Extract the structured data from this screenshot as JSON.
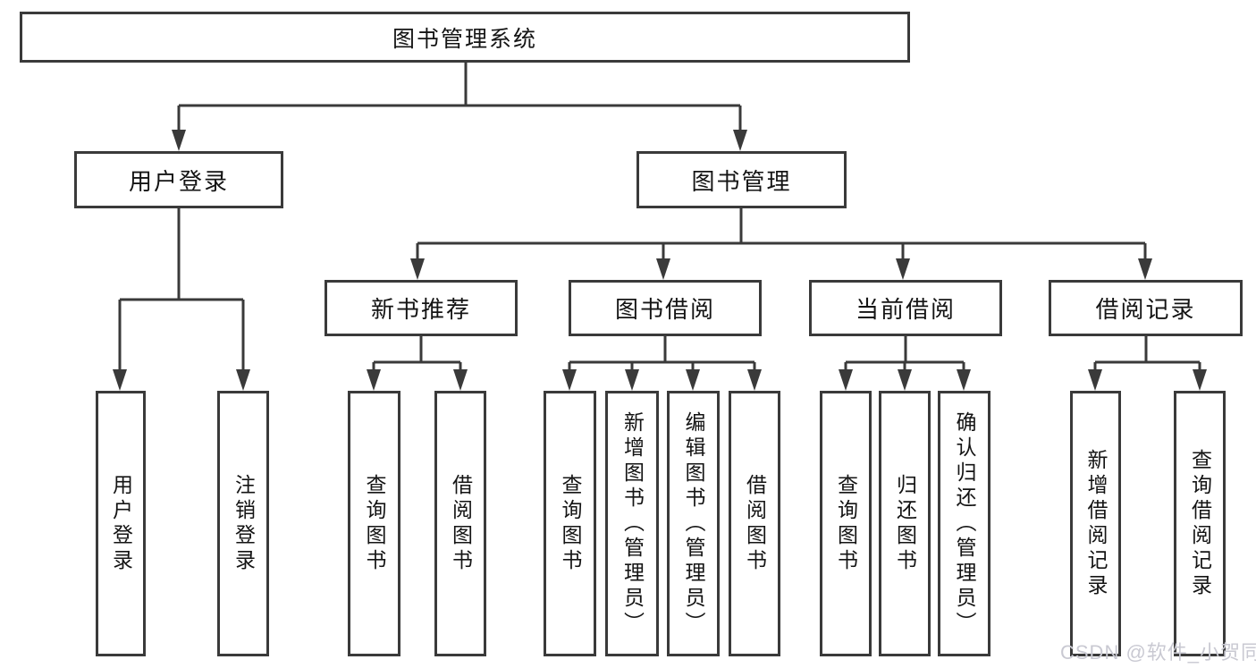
{
  "diagram": {
    "root": {
      "label": "图书管理系统"
    },
    "branches": [
      {
        "label": "用户登录",
        "leaves": [
          {
            "label": "用户登录"
          },
          {
            "label": "注销登录"
          }
        ]
      },
      {
        "label": "图书管理",
        "groups": [
          {
            "label": "新书推荐",
            "leaves": [
              {
                "label": "查询图书"
              },
              {
                "label": "借阅图书"
              }
            ]
          },
          {
            "label": "图书借阅",
            "leaves": [
              {
                "label": "查询图书"
              },
              {
                "label": "新增图书（管理员）"
              },
              {
                "label": "编辑图书（管理员）"
              },
              {
                "label": "借阅图书"
              }
            ]
          },
          {
            "label": "当前借阅",
            "leaves": [
              {
                "label": "查询图书"
              },
              {
                "label": "归还图书"
              },
              {
                "label": "确认归还（管理员）"
              }
            ]
          },
          {
            "label": "借阅记录",
            "leaves": [
              {
                "label": "新增借阅记录"
              },
              {
                "label": "查询借阅记录"
              }
            ]
          }
        ]
      }
    ]
  },
  "watermark": {
    "text": "CSDN @软件_小贺同学"
  },
  "colors": {
    "line": "#3a3a3a",
    "box_border": "#3a3a3a",
    "text": "#141414",
    "background": "#ffffff",
    "watermark": "#c9c9d2"
  }
}
